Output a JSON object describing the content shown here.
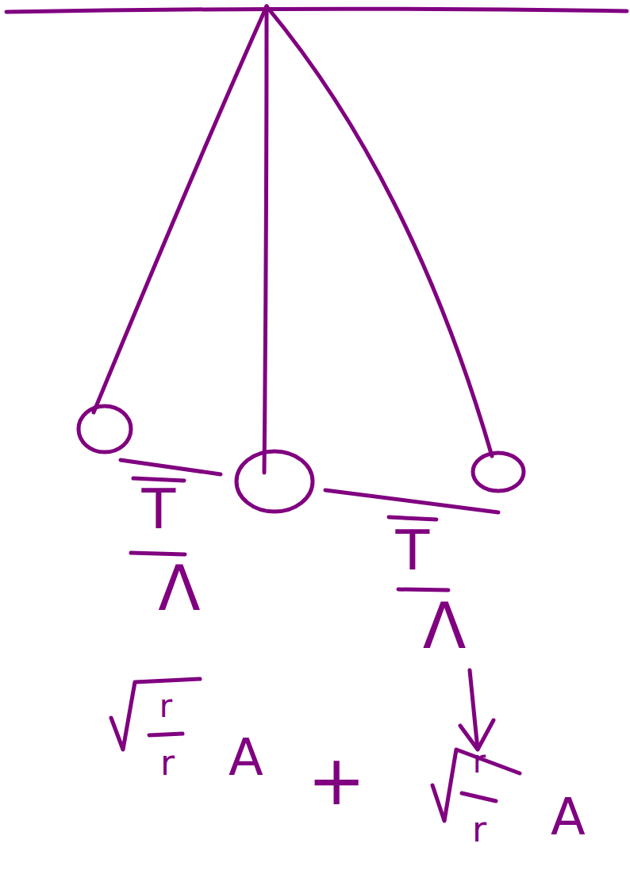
{
  "diagram": {
    "labels": [
      "T",
      "Λ",
      "T",
      "Λ",
      "r",
      "r",
      "A",
      "+",
      "r",
      "r",
      "A"
    ]
  }
}
